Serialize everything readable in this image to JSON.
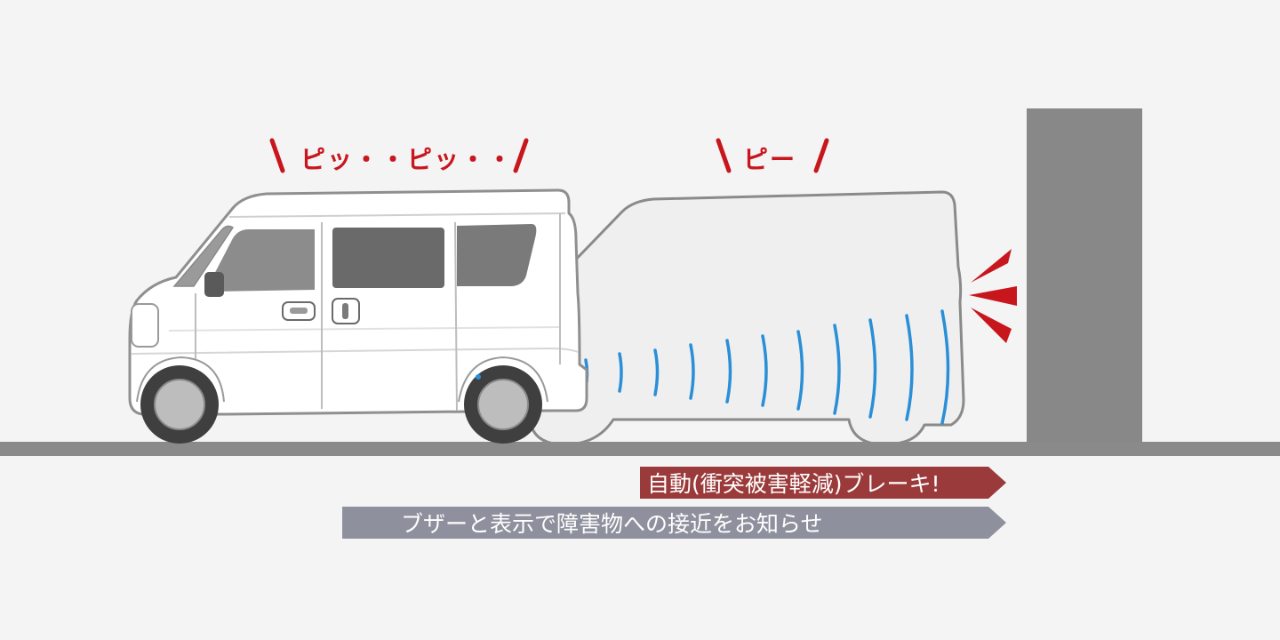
{
  "sounds": {
    "intermittent": "ピッ・・ピッ・・",
    "continuous": "ピー"
  },
  "bars": {
    "brake": "自動(衝突被害軽減)ブレーキ!",
    "alert": "ブザーと表示で障害物への接近をお知らせ"
  },
  "colors": {
    "background": "#f4f4f4",
    "ground": "#8a8a8a",
    "wall": "#888888",
    "warning_red": "#c8161d",
    "brake_bar": "#9b3a3a",
    "alert_bar": "#8e909e",
    "sensor_wave": "#2a8fd6"
  }
}
